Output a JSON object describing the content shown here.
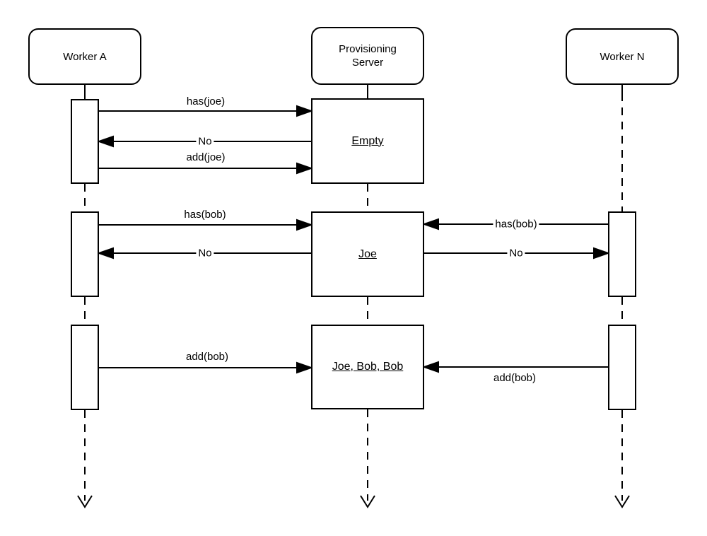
{
  "diagram": {
    "type": "sequence-diagram",
    "colors": {
      "stroke": "#000000",
      "background": "#ffffff"
    },
    "actors": [
      {
        "id": "worker-a",
        "label": "Worker A"
      },
      {
        "id": "provisioning-server",
        "label": "Provisioning Server"
      },
      {
        "id": "worker-n",
        "label": "Worker N"
      }
    ],
    "server_states": [
      {
        "label": "Empty"
      },
      {
        "label": "Joe"
      },
      {
        "label": "Joe, Bob, Bob"
      }
    ],
    "messages": [
      {
        "from": "worker-a",
        "to": "provisioning-server",
        "label": "has(joe)"
      },
      {
        "from": "provisioning-server",
        "to": "worker-a",
        "label": "No"
      },
      {
        "from": "worker-a",
        "to": "provisioning-server",
        "label": "add(joe)"
      },
      {
        "from": "worker-a",
        "to": "provisioning-server",
        "label": "has(bob)"
      },
      {
        "from": "provisioning-server",
        "to": "worker-a",
        "label": "No"
      },
      {
        "from": "worker-n",
        "to": "provisioning-server",
        "label": "has(bob)"
      },
      {
        "from": "provisioning-server",
        "to": "worker-n",
        "label": "No"
      },
      {
        "from": "worker-a",
        "to": "provisioning-server",
        "label": "add(bob)"
      },
      {
        "from": "worker-n",
        "to": "provisioning-server",
        "label": "add(bob)"
      }
    ]
  }
}
